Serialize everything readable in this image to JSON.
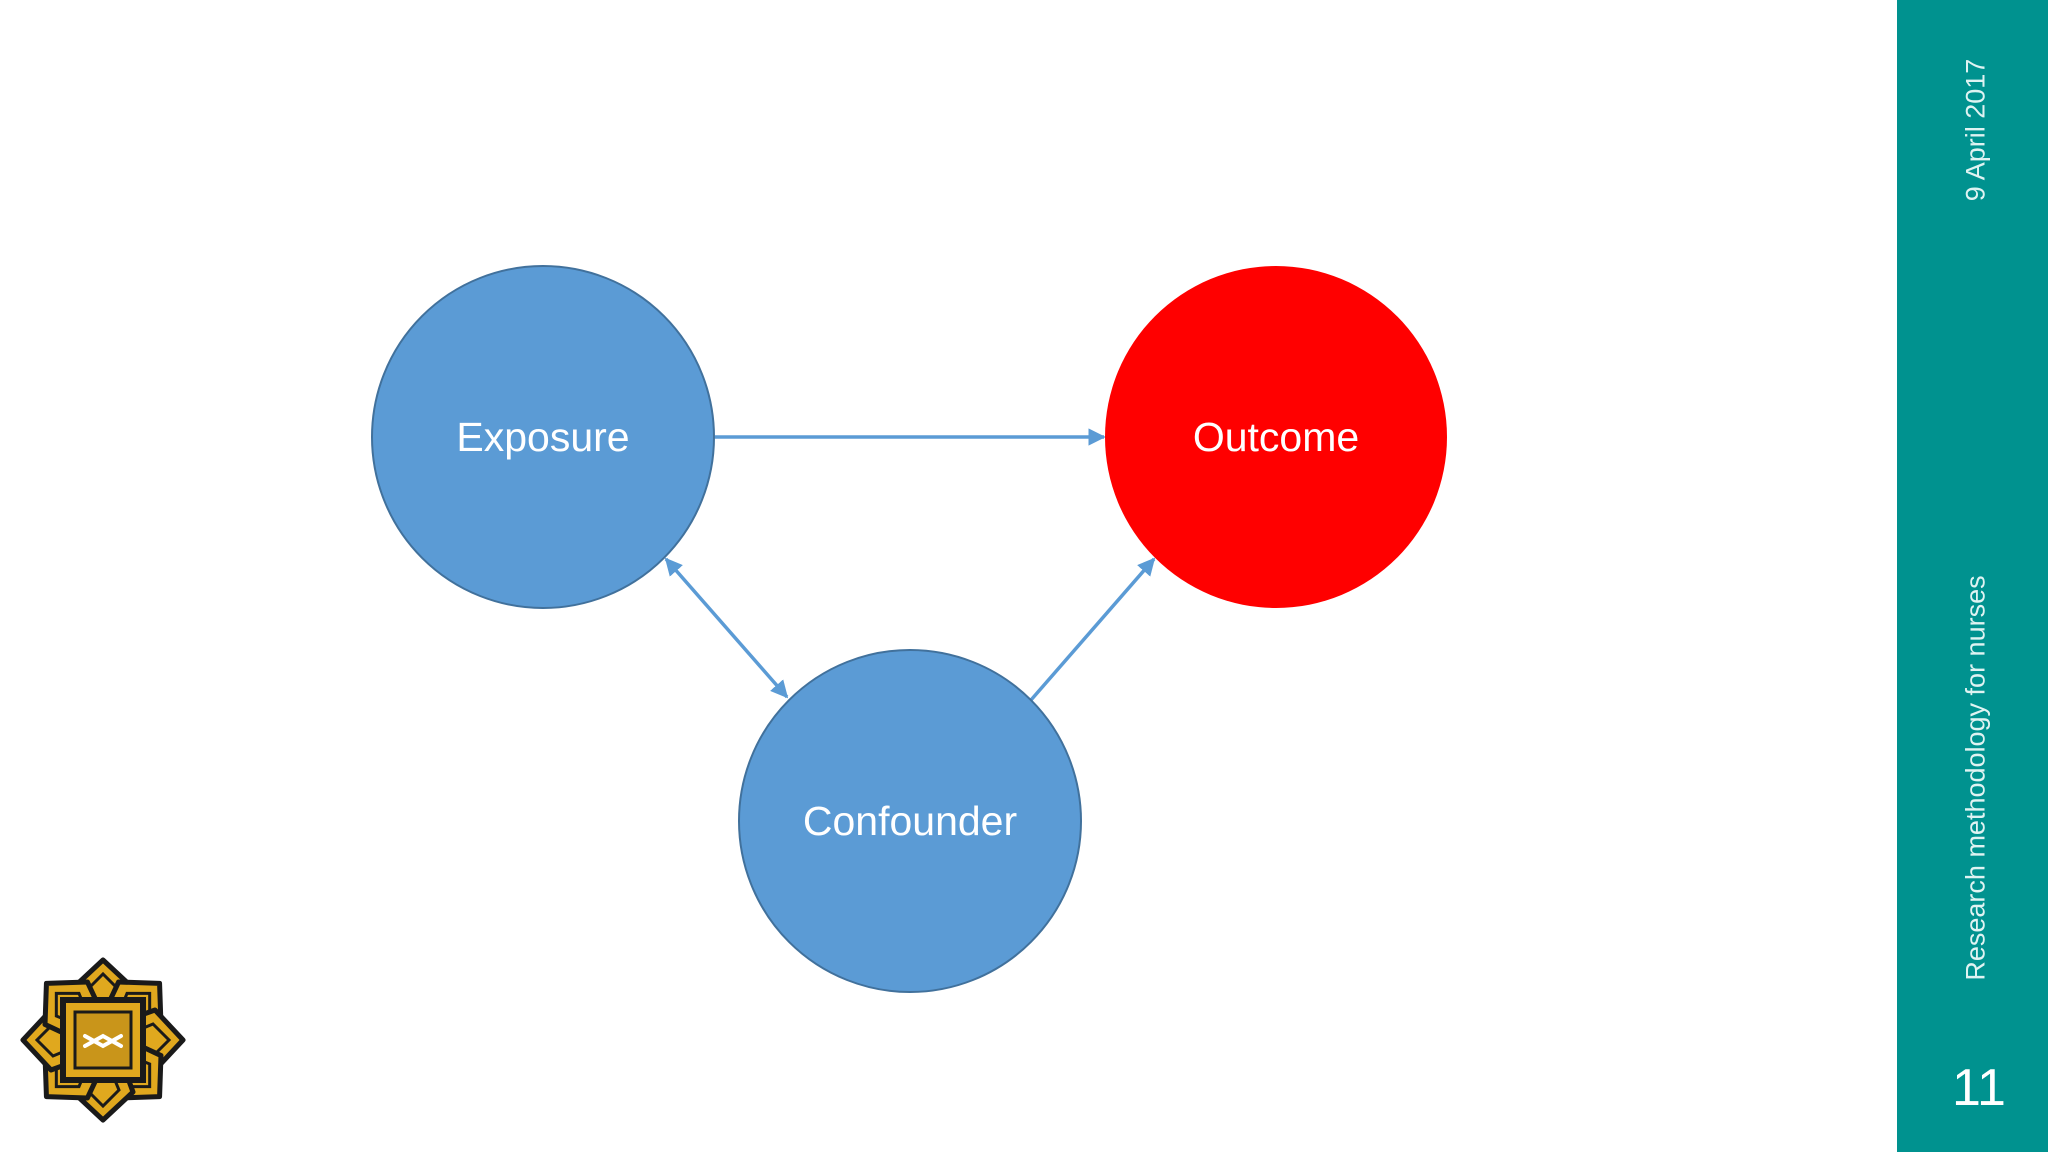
{
  "diagram": {
    "nodes": {
      "exposure": {
        "label": "Exposure",
        "color": "#5b9bd5"
      },
      "outcome": {
        "label": "Outcome",
        "color": "#ff0000"
      },
      "confounder": {
        "label": "Confounder",
        "color": "#5b9bd5"
      }
    },
    "edges": [
      {
        "from": "Exposure",
        "to": "Outcome",
        "direction": "one-way"
      },
      {
        "from": "Exposure",
        "to": "Confounder",
        "direction": "two-way"
      },
      {
        "from": "Confounder",
        "to": "Outcome",
        "direction": "one-way"
      }
    ],
    "arrow_color": "#5b9bd5"
  },
  "sidebar": {
    "date": "9 April 2017",
    "title": "Research methodology for nurses",
    "slide_number": "11",
    "color": "#00928f"
  },
  "logo": {
    "icon": "university-emblem-icon",
    "color": "#e0a81e"
  }
}
